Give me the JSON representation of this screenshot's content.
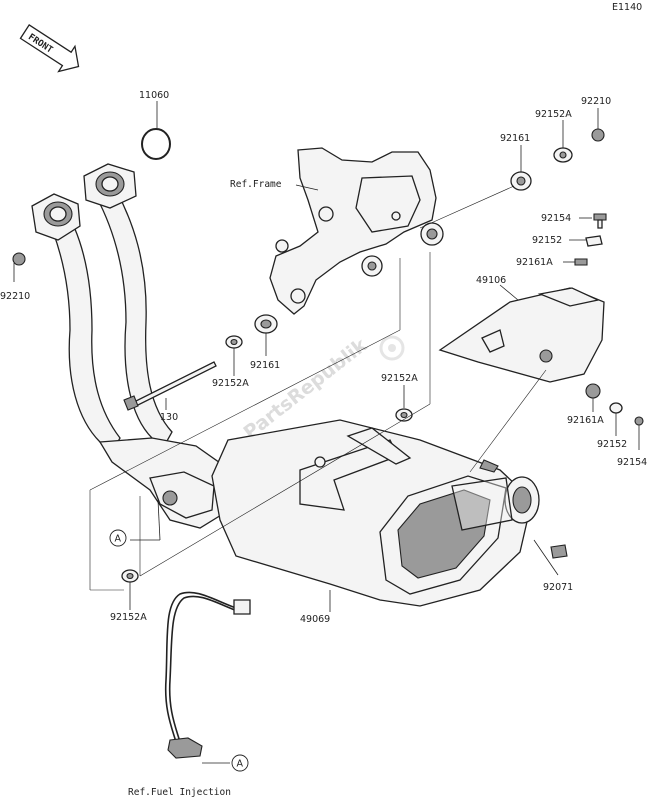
{
  "diagram": {
    "code": "E1140",
    "front_arrow": "FRONT",
    "watermark": "PartsRepublik",
    "refs": {
      "frame": "Ref.Frame",
      "fuel": "Ref.Fuel Injection"
    },
    "callout": "A",
    "parts": {
      "p11060": "11060",
      "p92210_left": "92210",
      "p92210_right": "92210",
      "p92152A_top": "92152A",
      "p92161_top": "92161",
      "p92154_top": "92154",
      "p92152_top": "92152",
      "p92161A_top": "92161A",
      "p49106": "49106",
      "p92161_mid": "92161",
      "p92152A_mid": "92152A",
      "p130": "130",
      "p92152A_center": "92152A",
      "p92161A_right": "92161A",
      "p92152_right": "92152",
      "p92154_right": "92154",
      "p92152A_bottom": "92152A",
      "p49069": "49069",
      "p92071": "92071"
    }
  }
}
